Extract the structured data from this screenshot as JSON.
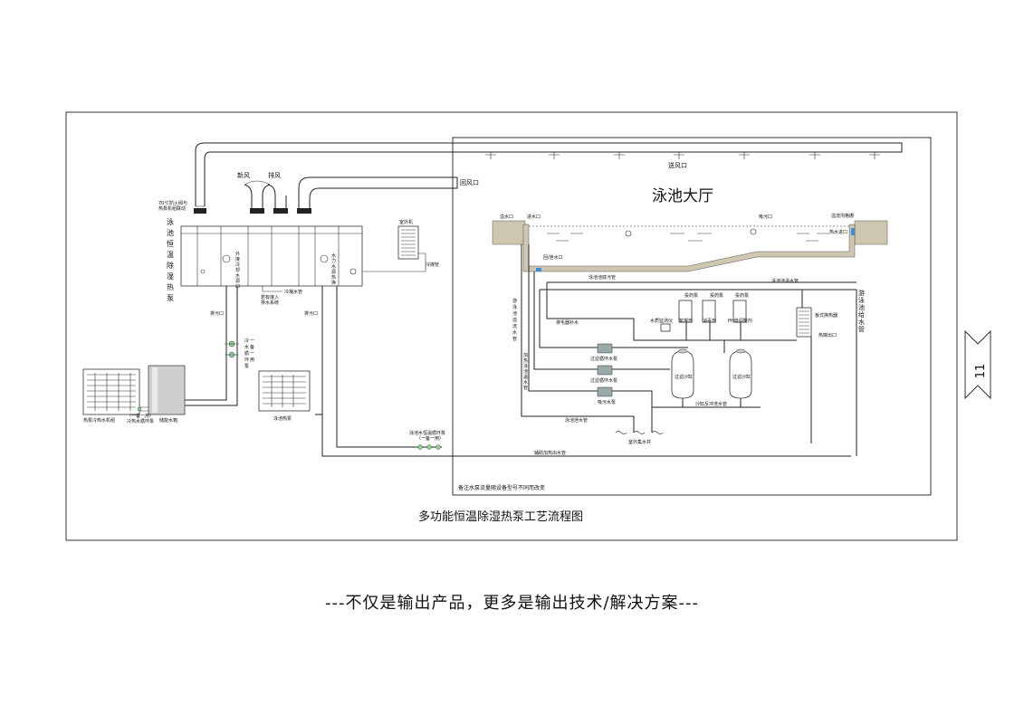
{
  "labels": {
    "fire_damper": "70℃防火阀与",
    "fire_damper2": "热泵机组联动",
    "fresh_air": "新风",
    "exhaust_air": "排风",
    "return_air": "回风口",
    "supply_air": "送风口",
    "hall": "泳池大厅",
    "unit_title": [
      "泳",
      "池",
      "恒",
      "温",
      "除",
      "湿",
      "热",
      "泵"
    ],
    "outdoor_unit": "室外机",
    "refrigerant_pipe": "冷媒管",
    "aux_cool": [
      "外",
      "接",
      "冷",
      "却",
      "水",
      "源",
      "口"
    ],
    "water_heater_out": [
      "水",
      "力",
      "水",
      "源",
      "热",
      "换",
      "器",
      "口"
    ],
    "drain1": "排污口",
    "drain2": "排污口",
    "condensate": "冷凝水管",
    "aux_note1": "若有接入",
    "aux_note2": "排水系统",
    "circ_pump": [
      "冷",
      "一",
      "水",
      "备",
      "循",
      "一",
      "环",
      "用",
      "泵"
    ],
    "hp_unit": "热泵冷热水机组",
    "storage_tank": "储能水箱",
    "pump_small": "（一备一用）",
    "pump_small2": "冷热水循环泵",
    "pool_hp": "泳池热泵",
    "pool_circ_pump1": "泳池水恒温循环泵",
    "pool_circ_pump2": "（一备一用）",
    "aux_heat_pipe": "辅助加热出水管",
    "overflow": "溢水口",
    "inlet": "进水口",
    "main_drain": "回/泄水口",
    "overflow_grate": "溢流沟格栅",
    "balance_tank_inlet": "吸污口",
    "heat_return": "热水进口",
    "drain_pipe": "泳池池底污管",
    "return_pipe": "泳池池温水管",
    "supply_pipe": [
      "游",
      "泳",
      "池",
      "给",
      "水",
      "管"
    ],
    "pool_return": [
      "游",
      "泳",
      "池",
      "溢",
      "流",
      "水",
      "管"
    ],
    "heating_pipe": [
      "加",
      "热",
      "泳",
      "池",
      "温",
      "水",
      "管"
    ],
    "plate_hx": "板式换热器",
    "hx_out": "热媒出口",
    "dosing1": "投药泵",
    "dosing2": "投药泵",
    "dosing3": "投药泵",
    "chem1": "絮凝剂",
    "chem2": "消毒剂",
    "chem3": "PH值调整剂",
    "monitor": "水质监测仪",
    "hair_filter": "排毛器补水",
    "filter_pump1": "过滤循环水泵",
    "filter_pump2": "过滤循环水泵",
    "suction_pump": "吸污水泵",
    "sand_filter1": "过滤沙缸",
    "sand_filter2": "过滤沙缸",
    "backwash": "沙缸反冲洗水管",
    "pool_drain": "泳池泄水管",
    "sump": "室外集水井",
    "note": "备注水泵流量随设备型号不同而改变",
    "diagram_title": "多功能恒温除湿热泵工艺流程图",
    "page_number": "11"
  },
  "slogan": "---不仅是输出产品，更多是输出技术/解决方案---"
}
